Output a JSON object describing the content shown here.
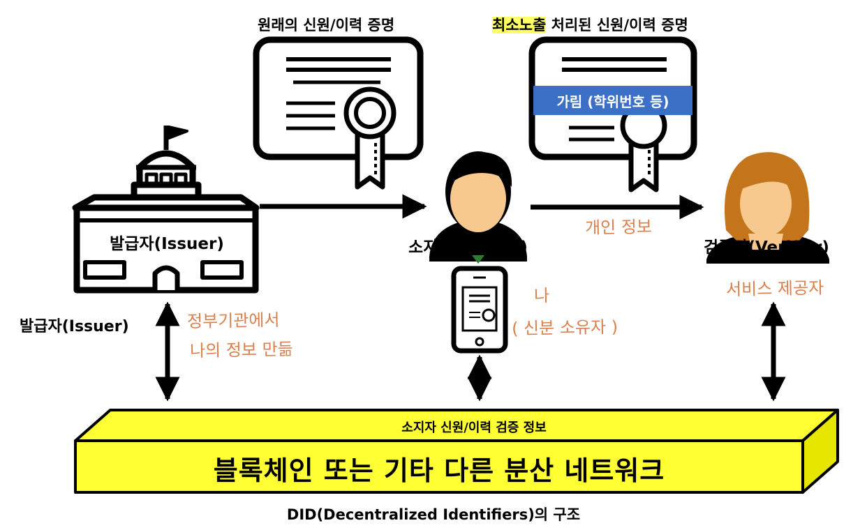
{
  "labels": {
    "original_cert": "원래의 신원/이력 증명",
    "min_disclosure_highlight": "최소노출",
    "min_disclosure_rest": " 처리된 신원/이력 증명",
    "masked": "가림 (학위번호 등)",
    "issuer_box": "발급자(Issuer)",
    "issuer_side": "발급자(Issuer)",
    "holder": "소지자(Holder)",
    "verifier": "검증자(Verifier)",
    "network_top": "소지자 신원/이력 검증 정보",
    "network_main": "블록체인 또는 기타 다른 분산 네트워크",
    "caption": "DID(Decentralized Identifiers)의 구조"
  },
  "handwritten": {
    "personal_info": "개인 정보",
    "service_provider": "서비스 제공자",
    "me": "나",
    "id_owner": "( 신분 소유자 )",
    "gov_line1": "정부기관에서",
    "gov_line2": "나의 정보 만듦"
  },
  "colors": {
    "network_yellow": "#ffff33",
    "highlight_yellow": "#ffff66",
    "mask_blue": "#3c6fc6",
    "handwriting": "#d9804f",
    "skin": "#f8c98f",
    "woman_hair": "#c4741b"
  }
}
